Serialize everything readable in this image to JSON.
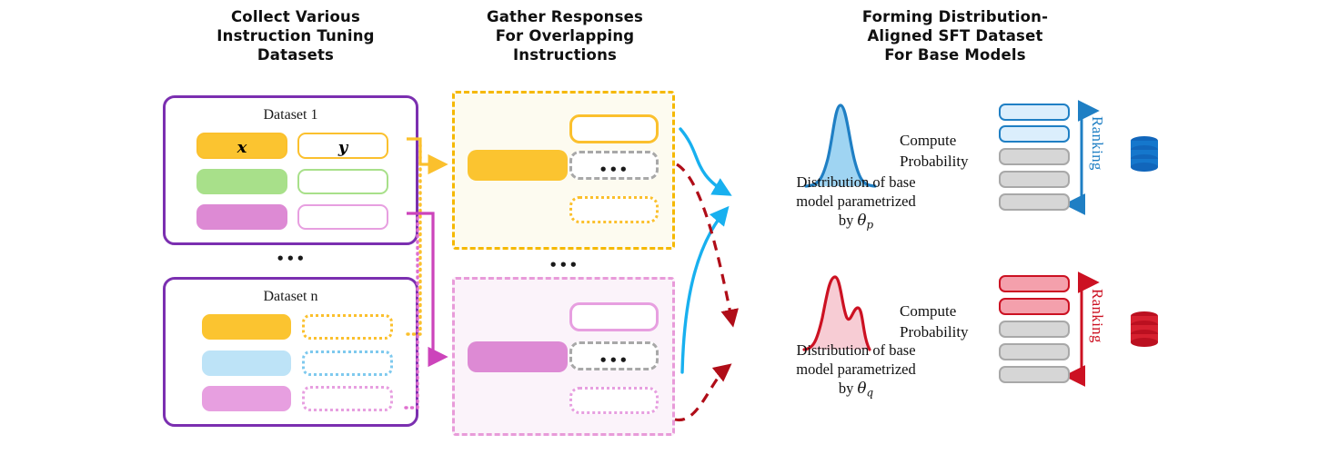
{
  "columns": [
    {
      "id": "collect",
      "title_lines": [
        "Collect Various",
        "Instruction Tuning",
        "Datasets"
      ]
    },
    {
      "id": "gather",
      "title_lines": [
        "Gather Responses",
        "For Overlapping",
        "Instructions"
      ]
    },
    {
      "id": "forming",
      "title_lines": [
        "Forming Distribution-",
        "Aligned SFT Dataset",
        "For Base Models"
      ]
    }
  ],
  "colors": {
    "purple": "#7b2fb0",
    "yellow": "#fbc02d",
    "yellow_fill": "#fbc430",
    "green": "#a8e08a",
    "pink": "#e79fe0",
    "magenta": "#dd8ad4",
    "lightblue": "#bde3f7",
    "gray": "#d6d6d6",
    "gray_border": "#a8a8a8",
    "blue": "#1f7fc4",
    "blue_fill": "#9fd4f2",
    "red": "#cc1122",
    "red_fill": "#f4a0ac",
    "cyan_arrow": "#18b0ef",
    "dark_red_arrow": "#b00d18"
  },
  "datasets": [
    {
      "name": "dataset-1",
      "title": "Dataset 1",
      "rows": [
        {
          "left": {
            "label": "x",
            "fill": "#fbc430",
            "border": "#fbc02d",
            "style": "solid"
          },
          "right": {
            "label": "y",
            "fill": "#ffffff",
            "border": "#fbc02d",
            "style": "solid"
          }
        },
        {
          "left": {
            "label": "",
            "fill": "#a8e08a",
            "border": "#a8e08a",
            "style": "solid"
          },
          "right": {
            "label": "",
            "fill": "#ffffff",
            "border": "#a8e08a",
            "style": "solid"
          }
        },
        {
          "left": {
            "label": "",
            "fill": "#dd8ad4",
            "border": "#dd8ad4",
            "style": "solid"
          },
          "right": {
            "label": "",
            "fill": "#ffffff",
            "border": "#e79fe0",
            "style": "solid"
          }
        }
      ]
    },
    {
      "name": "dataset-n",
      "title": "Dataset n",
      "rows": [
        {
          "left": {
            "label": "",
            "fill": "#fbc430",
            "border": "#fbc430",
            "style": "solid"
          },
          "right": {
            "label": "",
            "fill": "#ffffff",
            "border": "#fbc02d",
            "style": "dotted"
          }
        },
        {
          "left": {
            "label": "",
            "fill": "#bde3f7",
            "border": "#bde3f7",
            "style": "solid"
          },
          "right": {
            "label": "",
            "fill": "#ffffff",
            "border": "#7ec9ee",
            "style": "dotted"
          }
        },
        {
          "left": {
            "label": "",
            "fill": "#e79fe0",
            "border": "#e79fe0",
            "style": "solid"
          },
          "right": {
            "label": "",
            "fill": "#ffffff",
            "border": "#e79fe0",
            "style": "dotted"
          }
        }
      ]
    }
  ],
  "ellipsis": {
    "glyph": "•••"
  },
  "groups": [
    {
      "name": "group-yellow",
      "instruction": {
        "fill": "#fbc430"
      },
      "responses": [
        {
          "border": "#fbc02d",
          "style": "solid",
          "dots": false
        },
        {
          "border": "#a8a8a8",
          "style": "dashed",
          "dots": true
        },
        {
          "border": "#fbc02d",
          "style": "dotted",
          "dots": false
        }
      ]
    },
    {
      "name": "group-pink",
      "instruction": {
        "fill": "#dd8ad4"
      },
      "responses": [
        {
          "border": "#e79fe0",
          "style": "solid",
          "dots": false
        },
        {
          "border": "#a8a8a8",
          "style": "dashed",
          "dots": true
        },
        {
          "border": "#e79fe0",
          "style": "dotted",
          "dots": false
        }
      ]
    }
  ],
  "models": [
    {
      "name": "model-p",
      "curve": "unimodal",
      "stroke": "#1f7fc4",
      "fill": "#9fd4f2",
      "caption_line1": "Distribution of  base",
      "caption_line2": "model parametrized",
      "caption_line3_prefix": "by ",
      "caption_theta": "θ",
      "caption_sub": "p",
      "compute_line1": "Compute",
      "compute_line2": "Probability",
      "ranking_label": "Ranking",
      "ranking_color": "#1f7fc4",
      "bars": [
        {
          "fill": "#dbeefc",
          "border": "#1f7fc4"
        },
        {
          "fill": "#dbeefc",
          "border": "#1f7fc4"
        },
        {
          "fill": "#d6d6d6",
          "border": "#a8a8a8"
        },
        {
          "fill": "#d6d6d6",
          "border": "#a8a8a8"
        },
        {
          "fill": "#d6d6d6",
          "border": "#a8a8a8"
        }
      ],
      "database_color": "#1166bb"
    },
    {
      "name": "model-q",
      "curve": "bimodal",
      "stroke": "#cc1122",
      "fill": "#f7ccd4",
      "caption_line1": "Distribution of  base",
      "caption_line2": "model parametrized",
      "caption_line3_prefix": "by ",
      "caption_theta": "θ",
      "caption_sub": "q",
      "compute_line1": "Compute",
      "compute_line2": "Probability",
      "ranking_label": "Ranking",
      "ranking_color": "#cc1122",
      "bars": [
        {
          "fill": "#f4a0ac",
          "border": "#cc1122"
        },
        {
          "fill": "#f4a0ac",
          "border": "#cc1122"
        },
        {
          "fill": "#d6d6d6",
          "border": "#a8a8a8"
        },
        {
          "fill": "#d6d6d6",
          "border": "#a8a8a8"
        },
        {
          "fill": "#d6d6d6",
          "border": "#a8a8a8"
        }
      ],
      "database_color": "#cc1122"
    }
  ]
}
